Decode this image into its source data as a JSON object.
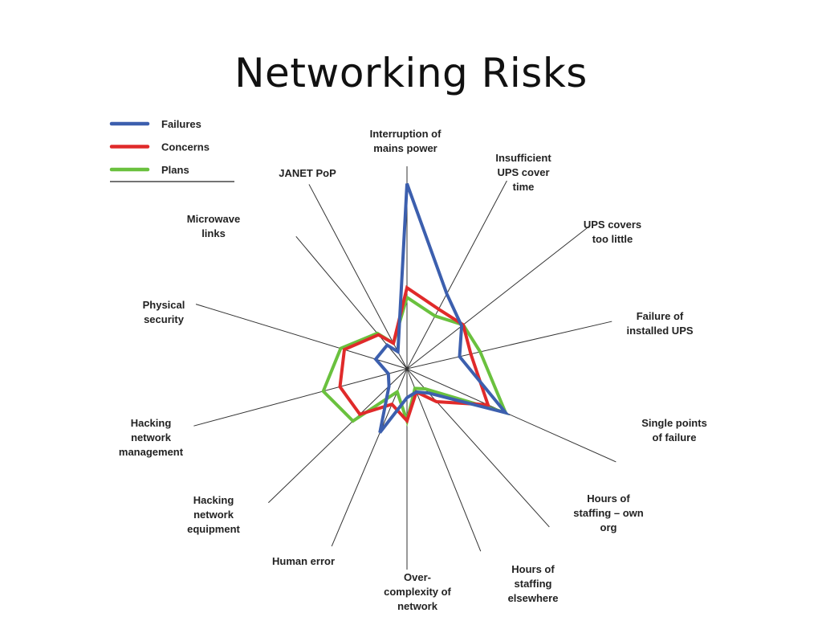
{
  "slide": {
    "title": "Networking Risks"
  },
  "chart_data": {
    "type": "radar",
    "title": "",
    "axes": [
      {
        "label": [
          "Interruption of",
          "mains power"
        ]
      },
      {
        "label": [
          "Insufficient",
          "UPS cover",
          "time"
        ]
      },
      {
        "label": [
          "UPS covers",
          "too little"
        ]
      },
      {
        "label": [
          "Failure of",
          "installed UPS"
        ]
      },
      {
        "label": [
          "Single points",
          "of failure"
        ]
      },
      {
        "label": [
          "Hours of",
          "staffing – own",
          "org"
        ]
      },
      {
        "label": [
          "Hours of",
          "staffing",
          "elsewhere"
        ]
      },
      {
        "label": [
          "Over-",
          "complexity of",
          "network"
        ]
      },
      {
        "label": [
          "Human error"
        ]
      },
      {
        "label": [
          "Hacking",
          "network",
          "equipment"
        ]
      },
      {
        "label": [
          "Hacking",
          "network",
          "management"
        ]
      },
      {
        "label": [
          "Physical",
          "security"
        ]
      },
      {
        "label": [
          "Microwave",
          "links"
        ]
      },
      {
        "label": [
          "JANET PoP"
        ]
      }
    ],
    "series": [
      {
        "name": "Failures",
        "color": "#3c5fae",
        "values": [
          9.6,
          4.4,
          3.6,
          2.8,
          5.6,
          1.7,
          1.3,
          1.5,
          3.6,
          1.3,
          1.0,
          1.7,
          1.6,
          1.0
        ]
      },
      {
        "name": "Concerns",
        "color": "#e02a2a",
        "values": [
          4.2,
          3.5,
          3.7,
          3.4,
          4.6,
          2.3,
          1.3,
          2.7,
          2.0,
          3.4,
          3.6,
          3.4,
          2.3,
          1.5
        ]
      },
      {
        "name": "Plans",
        "color": "#6ac13e",
        "values": [
          3.7,
          3.1,
          3.7,
          3.9,
          5.6,
          1.4,
          1.1,
          2.7,
          1.3,
          3.9,
          4.5,
          3.6,
          2.4,
          1.5
        ]
      }
    ],
    "legend": {
      "position": "top-left"
    }
  }
}
